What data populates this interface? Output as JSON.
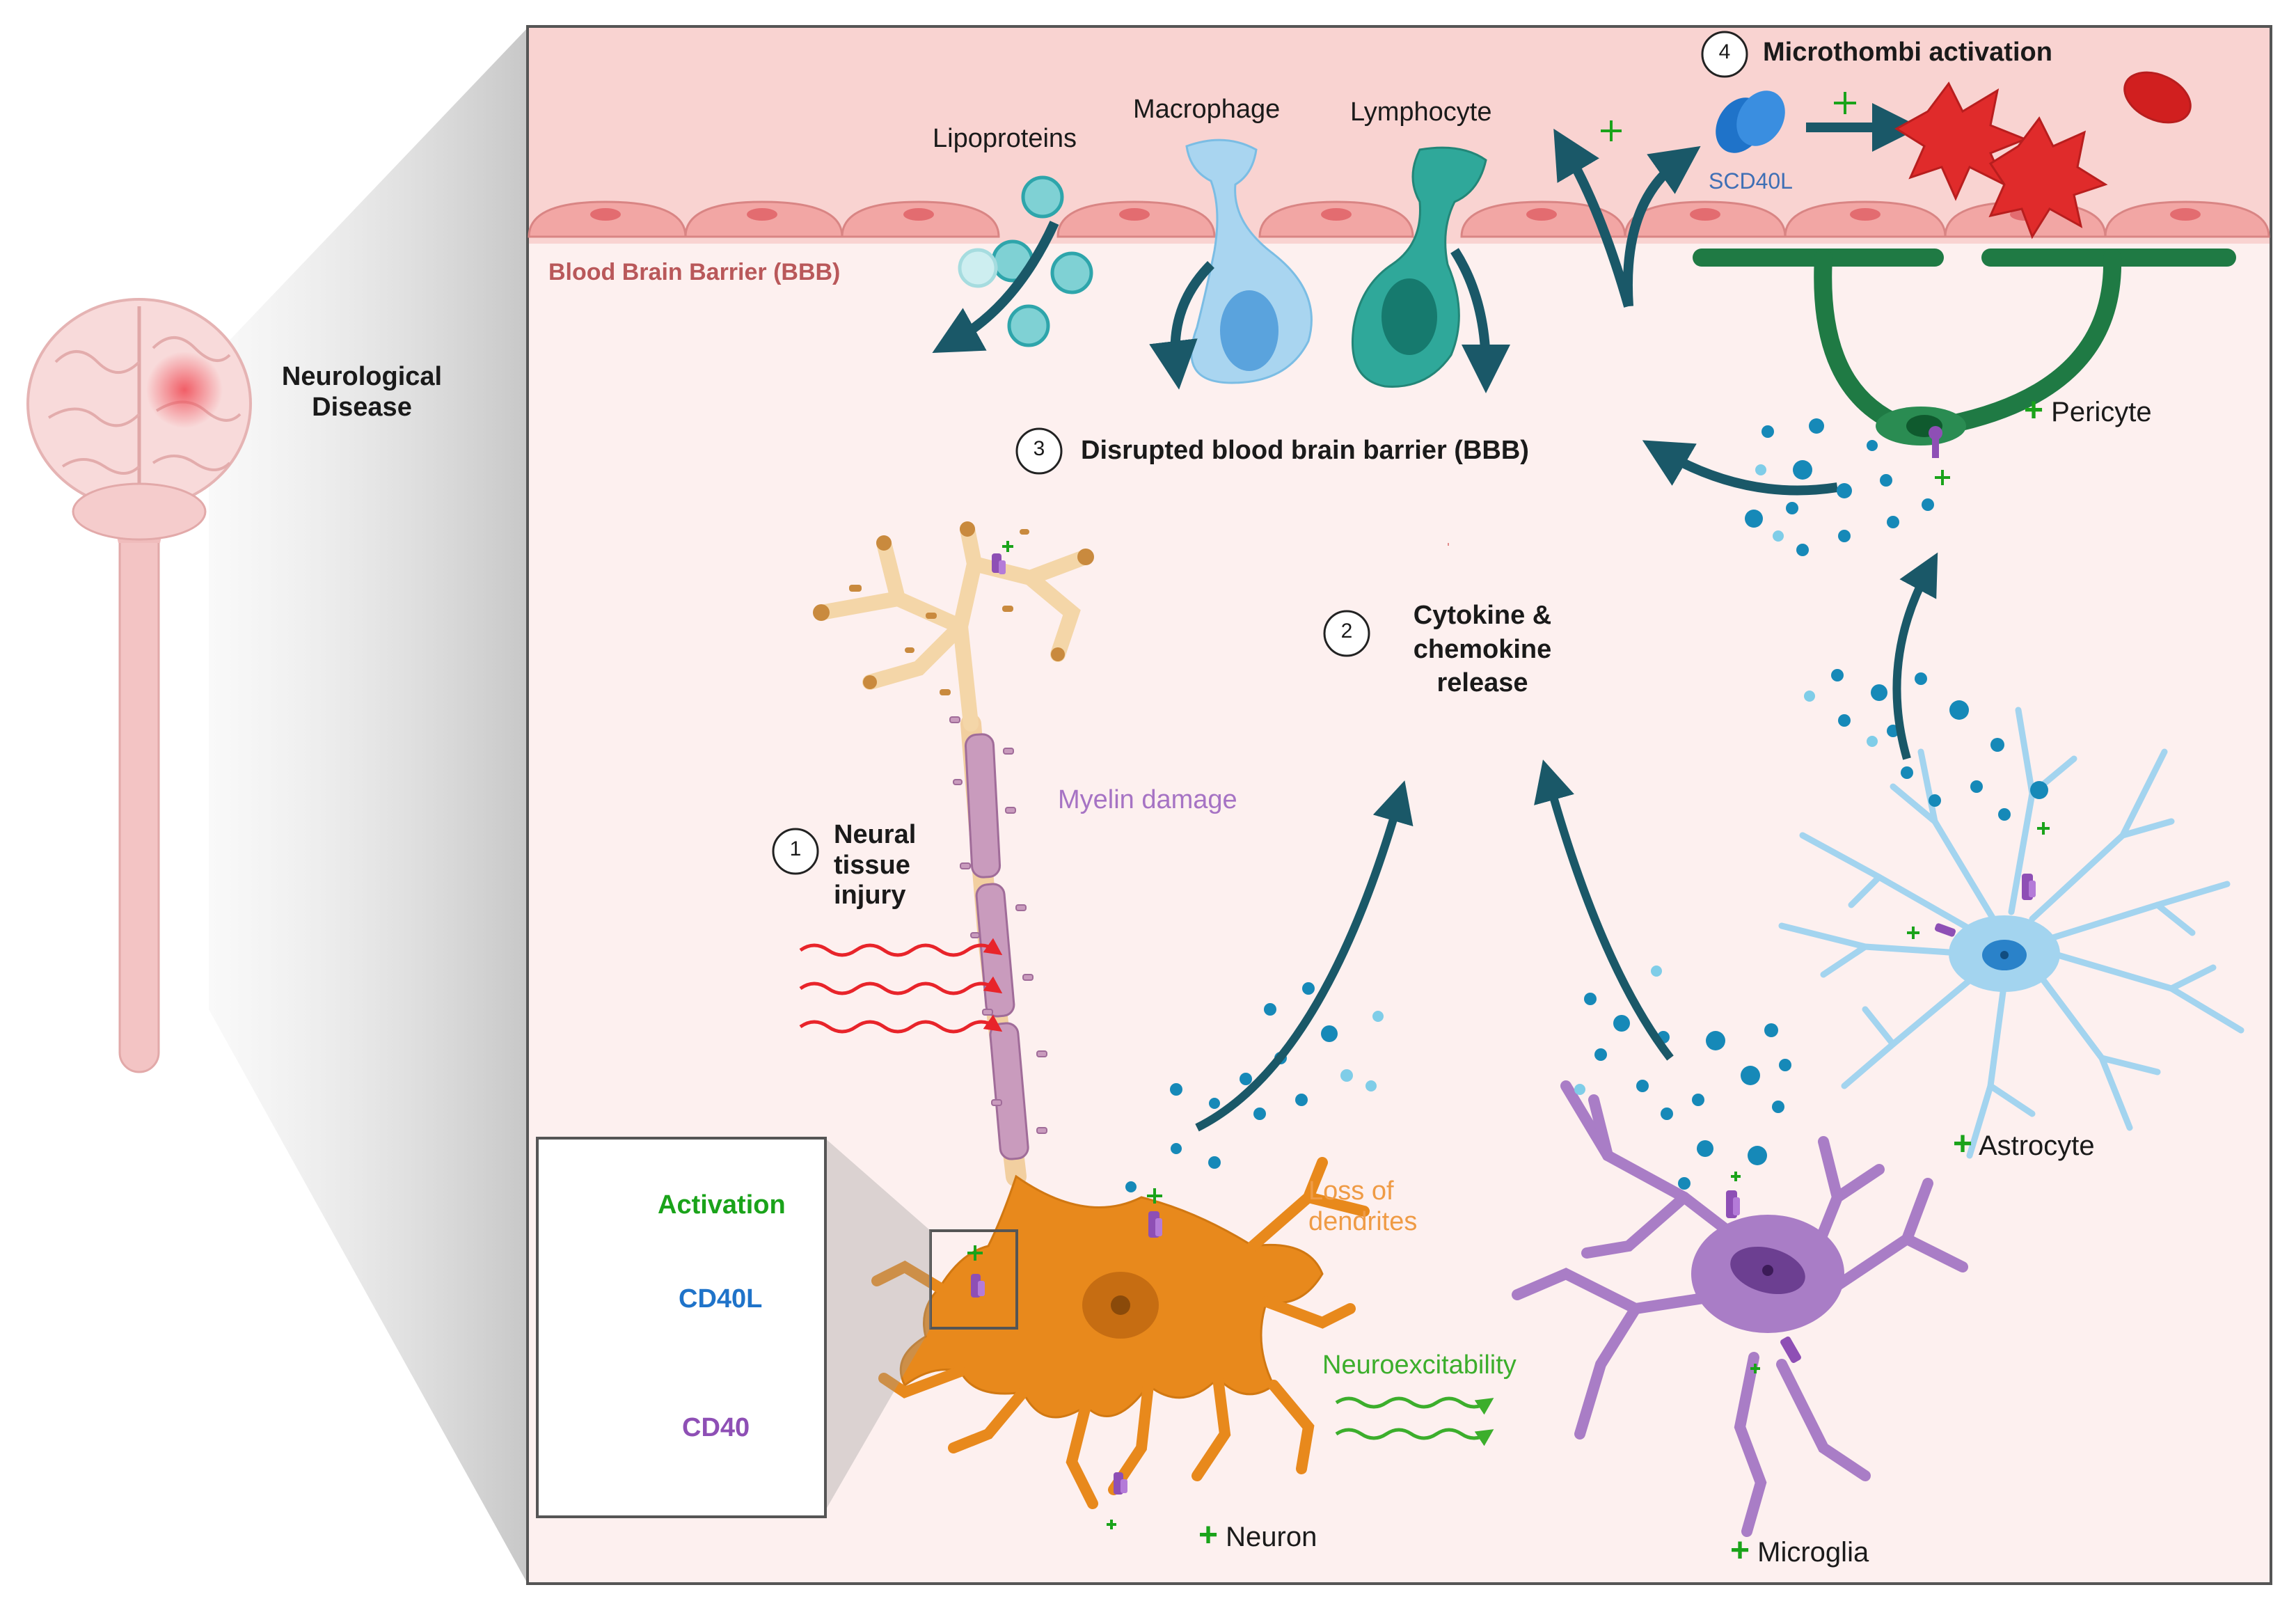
{
  "brain": {
    "label": "Neurological Disease"
  },
  "bbb": {
    "label": "Blood Brain Barrier (BBB)"
  },
  "steps": [
    {
      "number": "1",
      "text": "Neural tissue injury"
    },
    {
      "number": "2",
      "text": "Cytokine & chemokine release"
    },
    {
      "number": "3",
      "text": "Disrupted blood brain barrier (BBB)"
    },
    {
      "number": "4",
      "text": "Microthombi activation"
    }
  ],
  "immune": {
    "lipoproteins": "Lipoproteins",
    "macrophage": "Macrophage",
    "lymphocyte": "Lymphocyte",
    "scd40l": "SCD40L"
  },
  "annotations": {
    "myelin": "Myelin damage",
    "loss_dendrites": "Loss of dendrites",
    "neuroexcitability": "Neuroexcitability"
  },
  "cells": {
    "neuron": "Neuron",
    "microglia": "Microglia",
    "astrocyte": "Astrocyte",
    "pericyte": "Pericyte"
  },
  "legend": {
    "activation": "Activation",
    "cd40l": "CD40L",
    "cd40": "CD40"
  },
  "plus_symbol": "+",
  "colors": {
    "panel_bg": "#fdf0ef",
    "vessel_bg": "#f9d2d0",
    "endothelial": "#f0a5a3",
    "arrow": "#1a5868",
    "activation": "#1aa31a",
    "cd40l": "#1f73c9",
    "cd40": "#8e4fb5",
    "neuron": "#e8891c",
    "myelin_text": "#a673c4",
    "loss_text": "#ef9b45",
    "neuroexcit_text": "#3cae2c",
    "bbb_text": "#b9585a",
    "scd40l_text": "#3f6fb5"
  }
}
